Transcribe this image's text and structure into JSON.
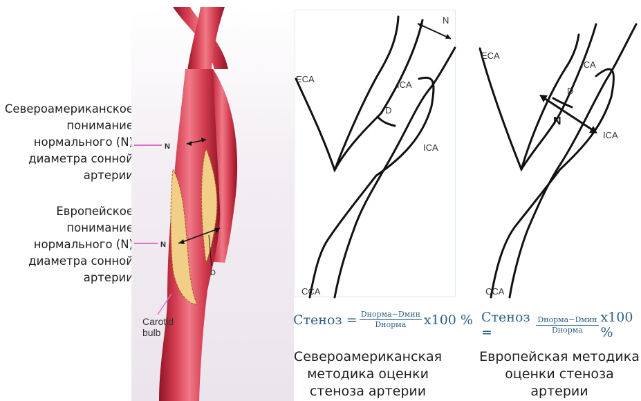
{
  "left_labels": {
    "north_american": "Североамериканское\nпонимание\nнормального (N)\nдиаметра сонной\nартерии",
    "european": "Европейское\nпонимание\nнормального (N)\nдиаметра сонной\nартерии"
  },
  "artery_illustration": {
    "n_upper": "N",
    "n_lower": "N",
    "d_label": "D",
    "bulb_label_line1": "Carotid",
    "bulb_label_line2": "bulb",
    "colors": {
      "artery": "#c8283c",
      "artery_dark": "#8e1526",
      "plaque": "#f2cf86",
      "pointer": "#e070c8"
    }
  },
  "panel_north_american": {
    "eca": "ECA",
    "ica_top": "ICA",
    "ica_right": "ICA",
    "d": "D",
    "n": "N",
    "cca": "CCA"
  },
  "panel_european": {
    "eca": "ECA",
    "ica_top": "ICA",
    "ica_right": "ICA",
    "d": "D",
    "n": "N",
    "cca": "CCA"
  },
  "formulas": {
    "left": {
      "lhs": "Стеноз =",
      "numerator": "Dнорма−Dмин",
      "denominator": "Dнорма",
      "suffix": "x100 %"
    },
    "right": {
      "lhs": "Стеноз =",
      "numerator": "Dнорма−Dмин",
      "denominator": "Dнорма",
      "suffix": "x100 %"
    }
  },
  "captions": {
    "north_american": "Североамериканская\nметодика оценки\nстеноза  артерии",
    "european": "Европейская методика\nоценки стеноза\nартерии"
  },
  "formula_color": "#2d5f86"
}
